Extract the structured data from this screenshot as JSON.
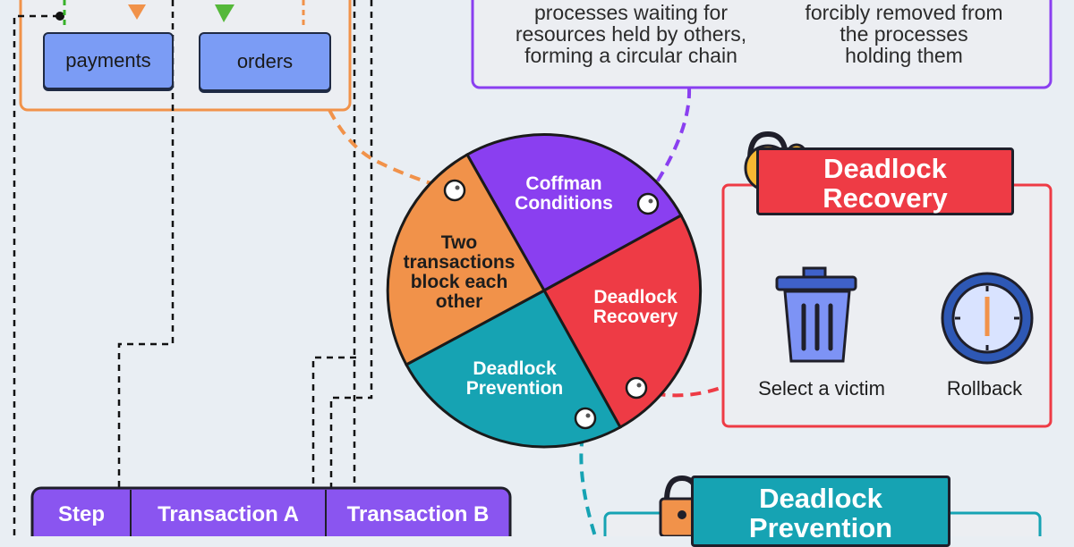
{
  "diagram": {
    "top_boxes": [
      {
        "label": "payments"
      },
      {
        "label": "orders"
      }
    ],
    "coffman_panel": {
      "circular_wait": [
        "processes waiting for",
        "resources held by others,",
        "forming a circular chain"
      ],
      "no_preemption": [
        "forcibly removed from",
        "the processes",
        "holding them"
      ]
    },
    "wheel": {
      "slices": [
        {
          "key": "coffman",
          "lines": [
            "Coffman",
            "Conditions"
          ],
          "color": "#8a3ff0"
        },
        {
          "key": "recovery",
          "lines": [
            "Deadlock",
            "Recovery"
          ],
          "color": "#ee3b45"
        },
        {
          "key": "prevention",
          "lines": [
            "Deadlock",
            "Prevention"
          ],
          "color": "#16a3b3"
        },
        {
          "key": "two-tx",
          "lines": [
            "Two",
            "transactions",
            "block each",
            "other"
          ],
          "color": "#f1924a"
        }
      ]
    },
    "recovery_card": {
      "title": [
        "Deadlock",
        "Recovery"
      ],
      "options": [
        {
          "label": "Select a victim",
          "icon": "trash-can-icon"
        },
        {
          "label": "Rollback",
          "icon": "clock-icon"
        }
      ]
    },
    "prevention_card": {
      "title": [
        "Deadlock",
        "Prevention"
      ]
    },
    "table": {
      "headers": [
        "Step",
        "Transaction A",
        "Transaction B"
      ]
    },
    "colors": {
      "orange": "#f1924a",
      "purple": "#8a3ff0",
      "red": "#ee3b45",
      "teal": "#16a3b3",
      "blue": "#7b9cf5"
    }
  }
}
